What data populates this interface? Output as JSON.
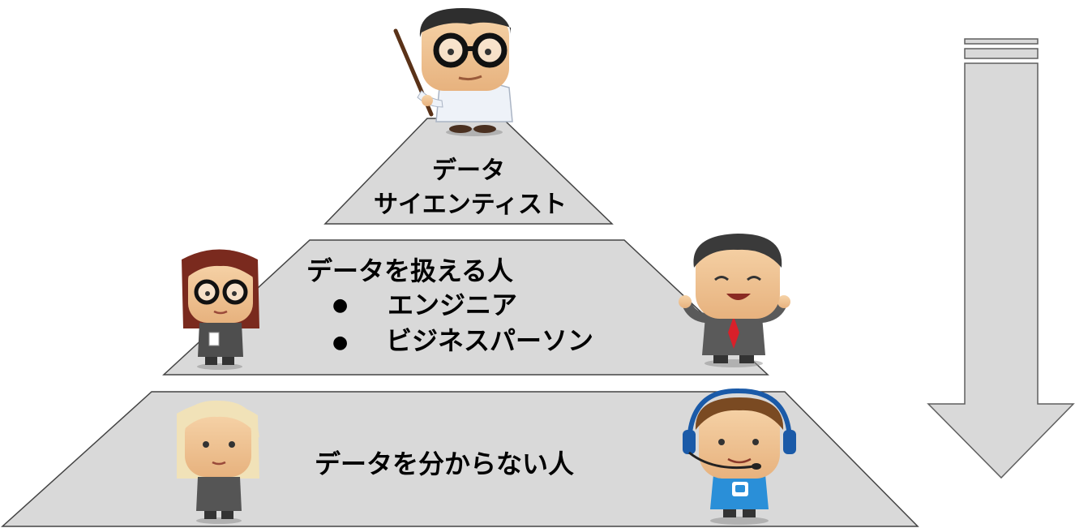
{
  "tiers": {
    "top": {
      "line1": "データ",
      "line2": "サイエンティスト"
    },
    "middle": {
      "title": "データを扱える人",
      "bullet": "●",
      "items": [
        "エンジニア",
        "ビジネスパーソン"
      ]
    },
    "bottom": {
      "title": "データを分からない人"
    }
  },
  "colors": {
    "tier_fill": "#d9d9d9",
    "tier_stroke": "#444444",
    "arrow_fill": "#d9d9d9",
    "arrow_stroke": "#5f5f5f",
    "text": "#000000"
  },
  "figures": [
    "teacher-with-pointer",
    "woman-with-glasses",
    "smiling-businessman",
    "blonde-woman",
    "support-operator-with-headset"
  ]
}
